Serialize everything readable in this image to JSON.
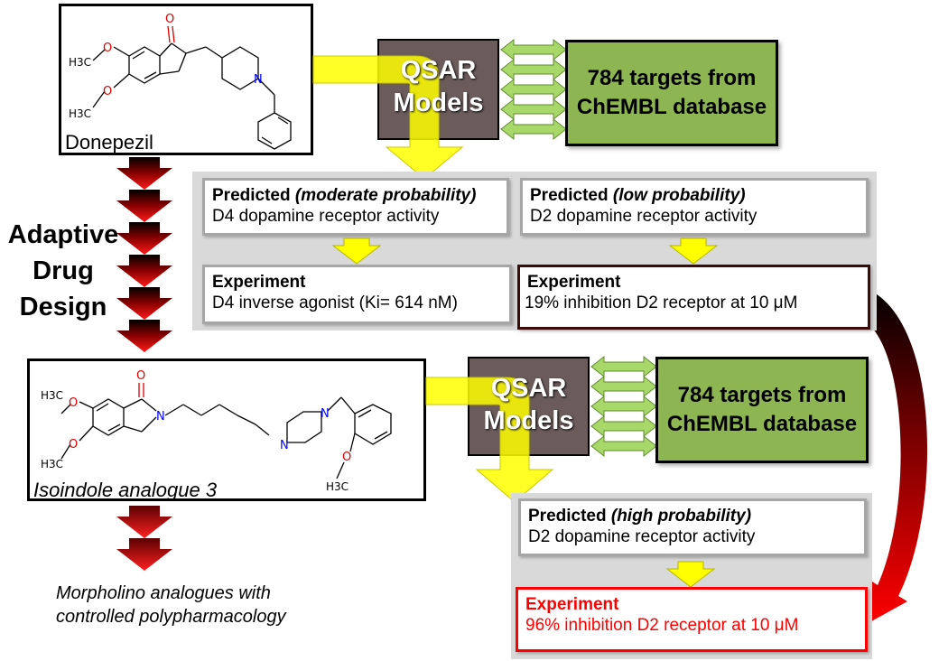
{
  "molecule1": {
    "label": "Donepezil"
  },
  "molecule2": {
    "label": "Isoindole analogue 3"
  },
  "qsar1": {
    "line1": "QSAR",
    "line2": "Models"
  },
  "qsar2": {
    "line1": "QSAR",
    "line2": "Models"
  },
  "targets1": {
    "line1": "784 targets from",
    "line2": "ChEMBL database"
  },
  "targets2": {
    "line1": "784 targets from",
    "line2": "ChEMBL database"
  },
  "side_title": {
    "line1": "Adaptive",
    "line2": "Drug",
    "line3": "Design"
  },
  "pred_d4": {
    "head": "Predicted",
    "qual": "(moderate probability)",
    "body": "D4 dopamine receptor activity"
  },
  "pred_d2_low": {
    "head": "Predicted",
    "qual": "(low probability)",
    "body": "D2 dopamine receptor activity"
  },
  "exp_d4": {
    "head": "Experiment",
    "body": "D4 inverse agonist (Ki= 614 nM)"
  },
  "exp_d2_19": {
    "head": "Experiment",
    "body": "19% inhibition D2 receptor at 10 μM"
  },
  "pred_d2_high": {
    "head": "Predicted",
    "qual": "(high probability)",
    "body": "D2 dopamine receptor activity"
  },
  "exp_d2_96": {
    "head": "Experiment",
    "body": "96% inhibition D2 receptor at 10 μM"
  },
  "final": {
    "line1": "Morpholino analogues with",
    "line2": "controlled polypharmacology"
  },
  "chem_labels": {
    "O": "O",
    "N": "N",
    "H3C": "H3C"
  },
  "colors": {
    "qsar": "#6b5b5b",
    "targets": "#8db552",
    "arrow_yellow": "#ffff00",
    "arrow_green": "#a8d86a",
    "panel": "#d9d9d9",
    "red": "#ff0000"
  }
}
